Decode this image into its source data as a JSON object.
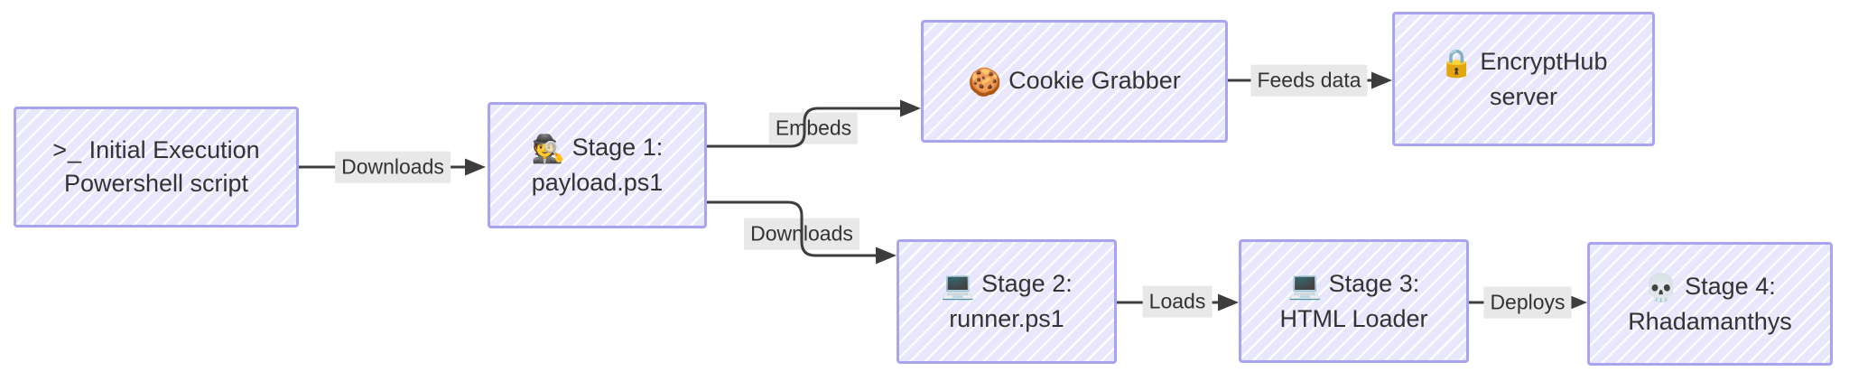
{
  "diagram": {
    "type": "flowchart",
    "direction": "left-to-right",
    "style": "hand-drawn",
    "colors": {
      "background": "#ffffff",
      "node_fill": "#e8e7fb",
      "node_hatch": "#ffffff",
      "node_border": "#a9a4f1",
      "node_text": "#333333",
      "edge_line": "#3d3d3d",
      "edge_label_bg": "#e8e8e8",
      "edge_label_text": "#333333"
    }
  },
  "nodes": [
    {
      "id": "initial-execution",
      "icon": "terminal-prompt-icon",
      "emoji": ">_",
      "title": "Initial Execution",
      "subtitle": "Powershell script"
    },
    {
      "id": "stage-1",
      "icon": "detective-icon",
      "emoji": "🕵️",
      "title": "Stage 1:",
      "subtitle": "payload.ps1"
    },
    {
      "id": "cookie-grabber",
      "icon": "cookie-icon",
      "emoji": "🍪",
      "title": "Cookie Grabber",
      "subtitle": ""
    },
    {
      "id": "encrypthub-server",
      "icon": "lock-icon",
      "emoji": "🔒",
      "title": "EncryptHub",
      "subtitle": "server"
    },
    {
      "id": "stage-2",
      "icon": "laptop-icon",
      "emoji": "💻",
      "title": "Stage 2:",
      "subtitle": "runner.ps1"
    },
    {
      "id": "stage-3",
      "icon": "laptop-icon",
      "emoji": "💻",
      "title": "Stage 3:",
      "subtitle": "HTML Loader"
    },
    {
      "id": "stage-4",
      "icon": "skull-icon",
      "emoji": "💀",
      "title": "Stage 4:",
      "subtitle": "Rhadamanthys"
    }
  ],
  "edges": [
    {
      "from": "initial-execution",
      "to": "stage-1",
      "label": "Downloads"
    },
    {
      "from": "stage-1",
      "to": "cookie-grabber",
      "label": "Embeds"
    },
    {
      "from": "cookie-grabber",
      "to": "encrypthub-server",
      "label": "Feeds data"
    },
    {
      "from": "stage-1",
      "to": "stage-2",
      "label": "Downloads"
    },
    {
      "from": "stage-2",
      "to": "stage-3",
      "label": "Loads"
    },
    {
      "from": "stage-3",
      "to": "stage-4",
      "label": "Deploys"
    }
  ]
}
